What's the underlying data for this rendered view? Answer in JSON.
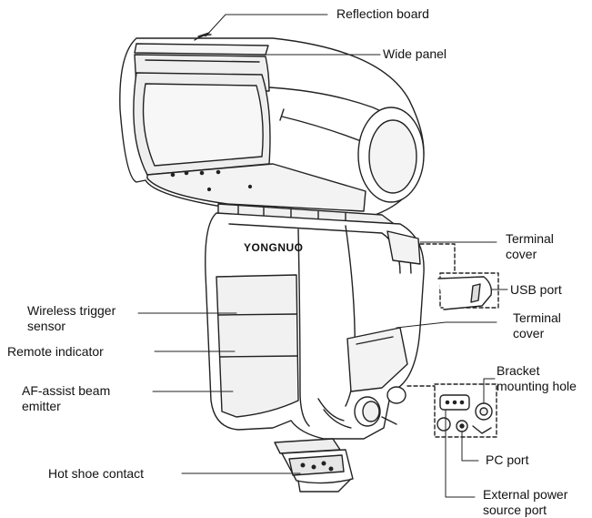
{
  "brand": "YONGNUO",
  "colors": {
    "line": "#222222",
    "body_fill": "#ffffff",
    "panel_fill": "#f2f2f2",
    "text": "#111111"
  },
  "labels": {
    "reflection_board": "Reflection board",
    "wide_panel": "Wide panel",
    "terminal_cover_top": "Terminal\ncover",
    "usb_port": "USB port",
    "terminal_cover_mid": "Terminal\ncover",
    "bracket_mounting_hole": "Bracket\nmounting hole",
    "pc_port": "PC port",
    "external_power_source_port": "External power\nsource port",
    "wireless_trigger_sensor": "Wireless trigger\nsensor",
    "remote_indicator": "Remote indicator",
    "af_assist_beam_emitter": "AF-assist beam\nemitter",
    "hot_shoe_contact": "Hot shoe contact"
  }
}
